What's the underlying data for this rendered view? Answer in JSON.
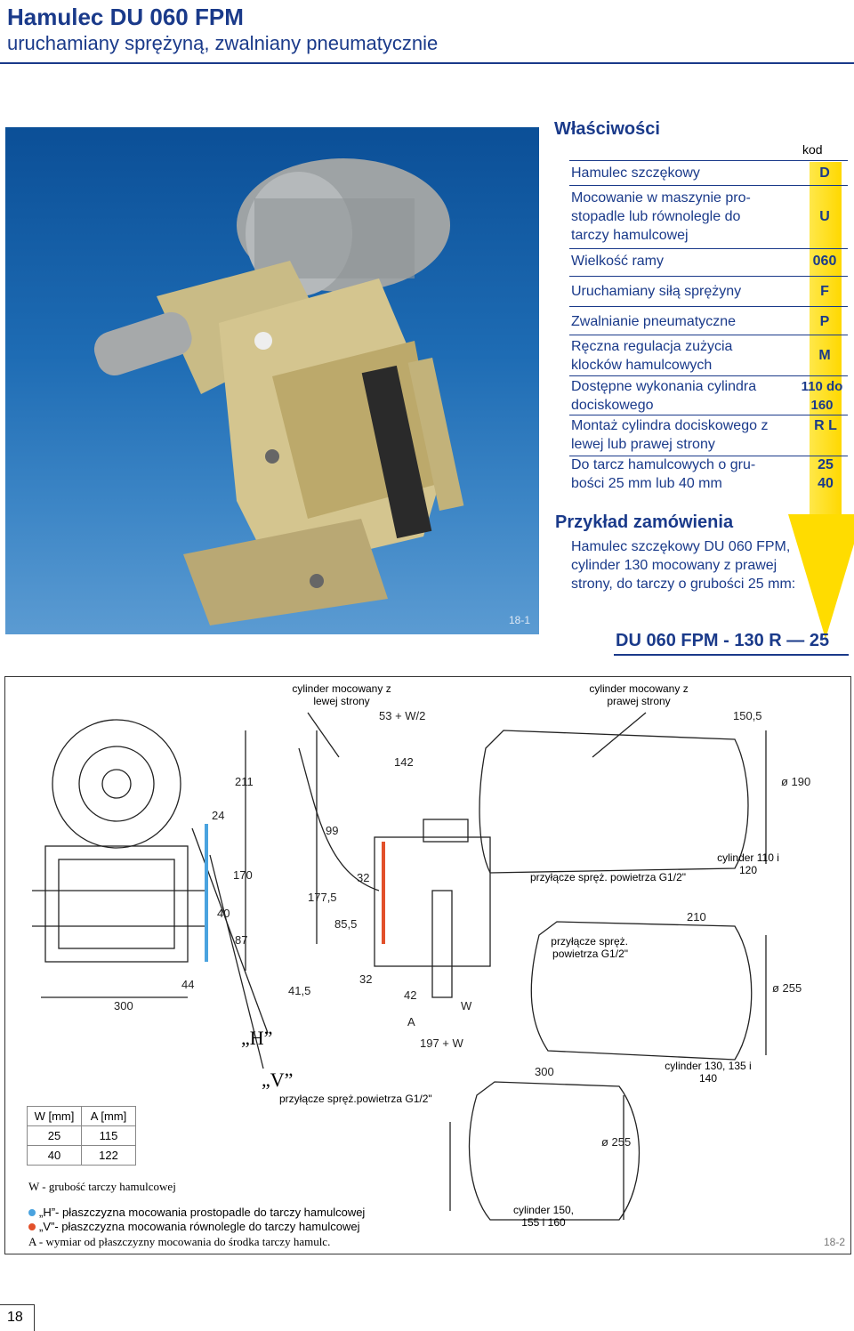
{
  "header": {
    "title": "Hamulec  DU 060 FPM",
    "subtitle": "uruchamiany sprężyną, zwalniany pneumatycznie"
  },
  "photo": {
    "tag": "18-1"
  },
  "properties": {
    "section_title": "Właściwości",
    "kod_label": "kod",
    "rows": [
      {
        "text": "Hamulec szczękowy",
        "code": "D"
      },
      {
        "text": "Mocowanie w maszynie pro-stopadle lub równolegle do tarczy hamulcowej",
        "code": "U"
      },
      {
        "text": "Wielkość ramy",
        "code": "060"
      },
      {
        "text": "Uruchamiany siłą sprężyny",
        "code": "F"
      },
      {
        "text": "Zwalnianie pneumatyczne",
        "code": "P"
      },
      {
        "text": "Ręczna regulacja zużycia klocków hamulcowych",
        "code": "M"
      },
      {
        "text": "Dostępne wykonania cylindra dociskowego",
        "code": "110 do 160"
      },
      {
        "text": "Montaż cylindra dociskowego z lewej lub prawej strony",
        "code": "R L"
      },
      {
        "text": "Do tarcz hamulcowych o gru-bości 25 mm lub 40 mm",
        "code": "25 40"
      }
    ]
  },
  "order": {
    "title": "Przykład zamówienia",
    "body": "Hamulec szczękowy DU 060 FPM, cylinder 130 mocowany z prawej strony, do tarczy o grubości 25 mm:",
    "code": "DU 060 FPM - 130 R — 25"
  },
  "drawing": {
    "label_left": "cylinder mocowany z lewej strony",
    "label_right": "cylinder mocowany z prawej strony",
    "label_conn1": "przyłącze spręż. powietrza G1/2\"",
    "label_cyl1": "cylinder 110 i 120",
    "label_conn2": "przyłącze spręż. powietrza G1/2\"",
    "label_conn3": "przyłącze spręż.powietrza G1/2\"",
    "label_cyl2": "cylinder 130, 135 i 140",
    "label_cyl3": "cylinder 150, 155 i 160",
    "H": "„H”",
    "V": "„V”",
    "dims": {
      "d53": "53 + W/2",
      "d142": "142",
      "d150": "150,5",
      "d211": "211",
      "d24": "24",
      "d99": "99",
      "d170": "170",
      "d32a": "32",
      "d1775": "177,5",
      "d855": "85,5",
      "d40": "40",
      "d87": "87",
      "d44": "44",
      "d300a": "300",
      "d415": "41,5",
      "d32b": "32",
      "d42": "42",
      "dA": "A",
      "dW": "W",
      "d197": "197 + W",
      "d210": "210",
      "d190": "ø 190",
      "d255a": "ø 255",
      "d300b": "300",
      "d255b": "ø 255"
    },
    "tag": "18-2"
  },
  "wa_table": {
    "headers": [
      "W [mm]",
      "A [mm]"
    ],
    "rows": [
      [
        "25",
        "115"
      ],
      [
        "40",
        "122"
      ]
    ]
  },
  "legend": {
    "w": "W  -  grubość tarczy hamulcowej",
    "h": "„H”- płaszczyzna mocowania prostopadle do tarczy hamulcowej",
    "v": "„V”- płaszczyzna mocowania równolegle do tarczy hamulcowej",
    "a": "A -  wymiar od płaszczyzny mocowania do środka tarczy  hamulc.",
    "h_color": "#4aa3df",
    "v_color": "#e2502a"
  },
  "page_number": "18"
}
